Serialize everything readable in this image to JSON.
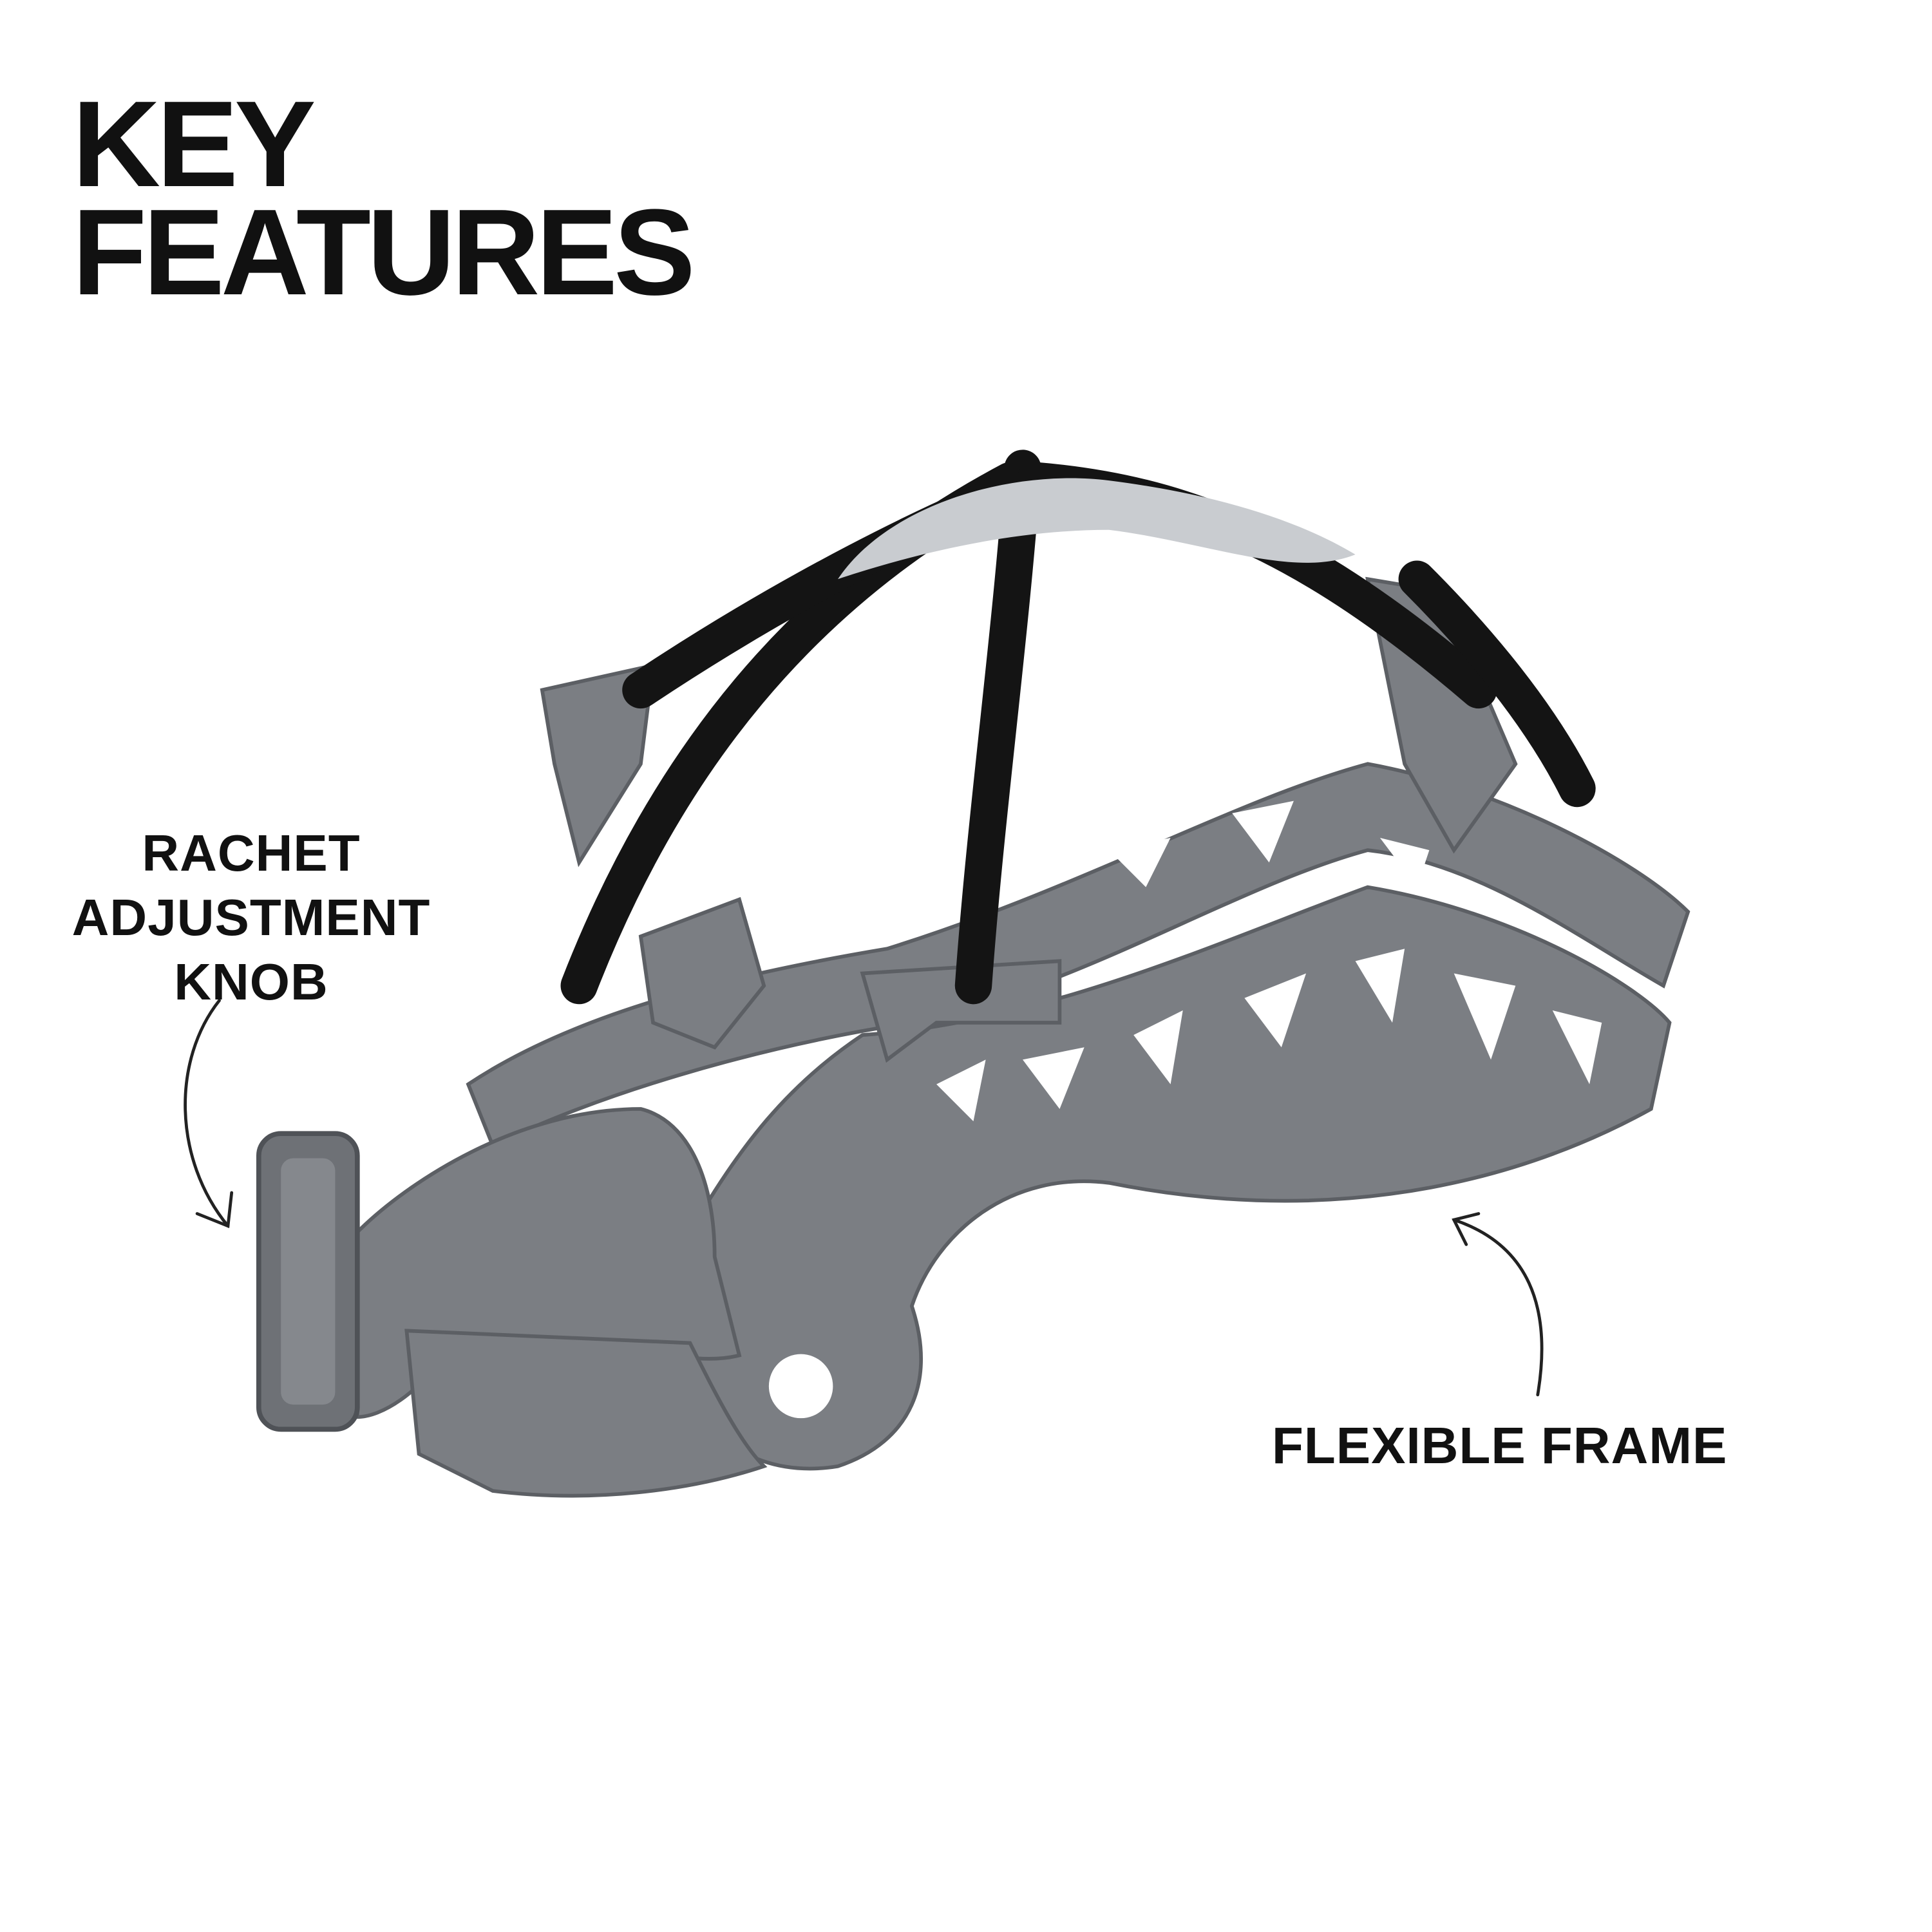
{
  "title": {
    "line1": "KEY",
    "line2": "FEATURES"
  },
  "callouts": [
    {
      "lines": [
        "RACHET",
        "ADJUSTMENT",
        "KNOB"
      ]
    },
    {
      "lines": [
        "FLEXIBLE FRAME"
      ]
    }
  ],
  "colors": {
    "frame": "#7b7e83",
    "frame_dark": "#5c5f64",
    "strap": "#141414",
    "text": "#111111"
  }
}
